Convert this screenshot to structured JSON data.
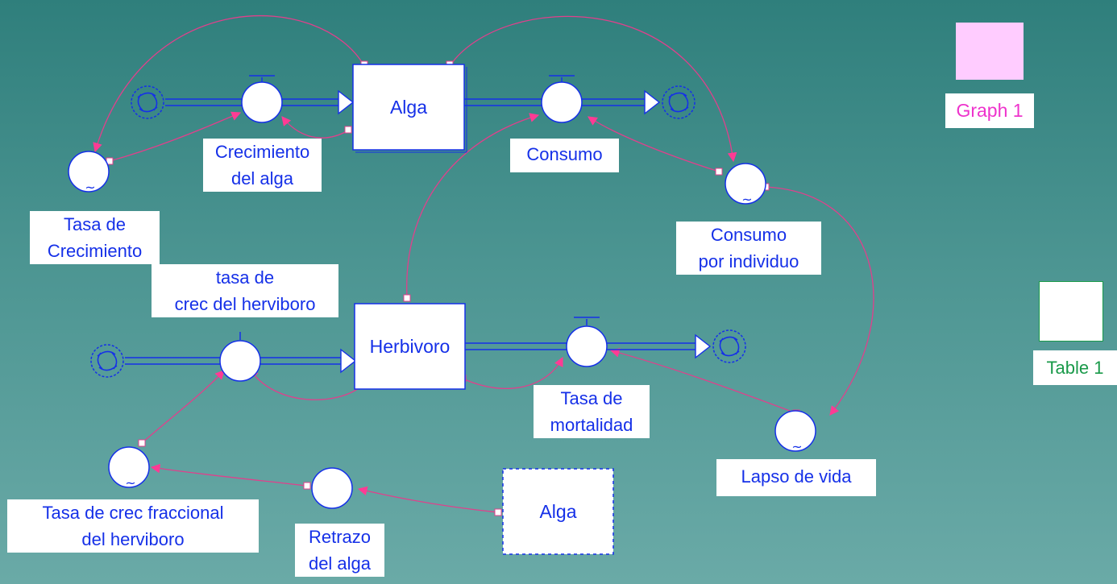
{
  "diagram": {
    "stocks": [
      {
        "id": "alga",
        "label": "Alga"
      },
      {
        "id": "herbivoro",
        "label": "Herbivoro"
      },
      {
        "id": "alga_ghost",
        "label": "Alga"
      }
    ],
    "flows": [
      {
        "id": "crecimiento_alga",
        "label_lines": [
          "Crecimiento",
          "del alga"
        ]
      },
      {
        "id": "consumo",
        "label_lines": [
          "Consumo"
        ]
      },
      {
        "id": "crec_herviboro",
        "label_lines": [
          "tasa de",
          "crec del herviboro"
        ]
      },
      {
        "id": "mortalidad",
        "label_lines": [
          "Tasa de",
          "mortalidad"
        ]
      }
    ],
    "converters": [
      {
        "id": "tasa_crecimiento",
        "label_lines": [
          "Tasa de",
          "Crecimiento"
        ],
        "symbol": "~"
      },
      {
        "id": "consumo_individuo",
        "label_lines": [
          "Consumo",
          "por individuo"
        ],
        "symbol": "~"
      },
      {
        "id": "lapso_vida",
        "label_lines": [
          "Lapso de vida"
        ],
        "symbol": "~"
      },
      {
        "id": "tasa_crec_fraccional",
        "label_lines": [
          "Tasa de crec fraccional",
          "del herviboro"
        ],
        "symbol": "~"
      },
      {
        "id": "retrazo_alga",
        "label_lines": [
          "Retrazo",
          "del alga"
        ],
        "symbol": ""
      }
    ]
  },
  "graph": {
    "label": "Graph 1",
    "icon": "graph-icon",
    "color": "#ffccff"
  },
  "table": {
    "label": "Table 1",
    "icon": "table-icon",
    "color": "#1a9a4a"
  },
  "colors": {
    "structure": "#1530e8",
    "connector": "#e0408c",
    "background": "#3f8c89"
  }
}
